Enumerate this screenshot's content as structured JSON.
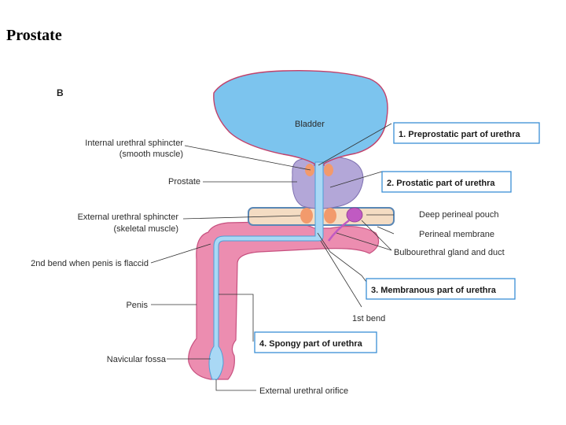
{
  "title": "Prostate",
  "figure": {
    "panel_letter": "B",
    "labels": {
      "bladder": "Bladder",
      "internal_sphincter": "Internal urethral sphincter",
      "internal_sphincter_sub": "(smooth muscle)",
      "prostate": "Prostate",
      "external_sphincter": "External urethral sphincter",
      "external_sphincter_sub": "(skeletal muscle)",
      "second_bend": "2nd bend when penis is flaccid",
      "penis": "Penis",
      "navicular_fossa": "Navicular fossa",
      "external_orifice": "External urethral orifice",
      "deep_perineal_pouch": "Deep perineal pouch",
      "perineal_membrane": "Perineal membrane",
      "bulbourethral": "Bulbourethral gland and duct",
      "first_bend": "1st bend"
    },
    "boxes": {
      "preprostatic": "1. Preprostatic part of urethra",
      "prostatic": "2. Prostatic part of urethra",
      "membranous": "3. Membranous part of urethra",
      "spongy": "4. Spongy part of urethra"
    },
    "colors": {
      "bladder": "#7cc4ee",
      "urethra": "#a9d8f5",
      "prostate": "#b3a7d8",
      "penis": "#ec8db0",
      "pouch": "#f4dcc3",
      "sphincter": "#f29a6c",
      "gland": "#c05ac2",
      "box_border": "#3a8fd6"
    }
  }
}
